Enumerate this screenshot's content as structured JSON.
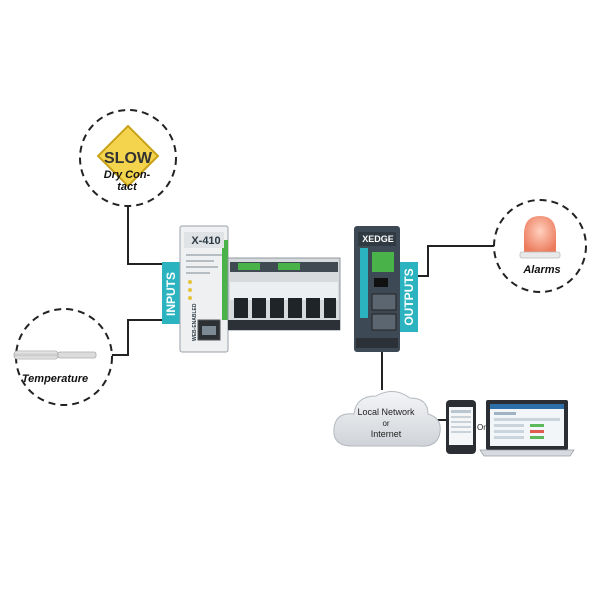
{
  "inputs": {
    "slow_sign": "SLOW",
    "dry_contact_line1": "Dry Con-",
    "dry_contact_line2": "tact",
    "temperature": "Temperature",
    "tab_label": "INPUTS"
  },
  "outputs": {
    "alarms": "Alarms",
    "tab_label": "OUTPUTS"
  },
  "controller": {
    "model": "X-410",
    "badge": "WEB-ENABLED"
  },
  "gateway": {
    "brand": "XEDGE"
  },
  "network": {
    "line1": "Local Network",
    "line2": "or",
    "line3": "Internet",
    "or_text": "Or"
  },
  "colors": {
    "teal": "#2bb3c0",
    "dark_gray": "#3d4a55",
    "green_terminal": "#49b34a",
    "alarm_red": "#f08a6e"
  }
}
